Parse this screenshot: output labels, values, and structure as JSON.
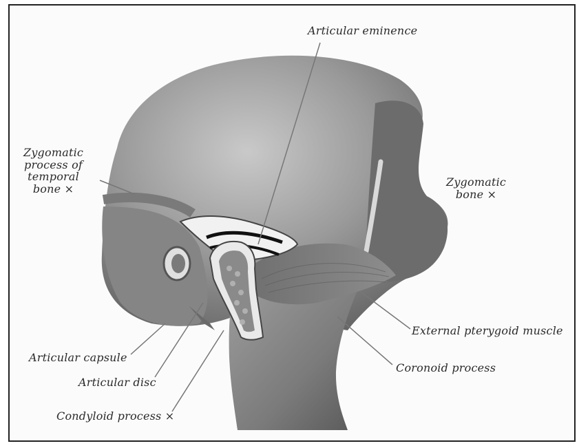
{
  "labels": {
    "articular_eminence": "Articular eminence",
    "zygomatic_process": "Zygomatic\nprocess of\ntemporal\nbone ×",
    "zygomatic_bone": "Zygomatic\nbone ×",
    "external_pterygoid": "External pterygoid muscle",
    "coronoid_process": "Coronoid process",
    "articular_capsule": "Articular capsule",
    "articular_disc": "Articular disc",
    "condyloid_process": "Condyloid process ×"
  },
  "colors": {
    "skull": "#8a8a8a",
    "skull_light": "#bdbdbd",
    "skull_dark": "#5e5e5e",
    "cartilage": "#e6e6e6",
    "text": "#2a2a2a"
  }
}
